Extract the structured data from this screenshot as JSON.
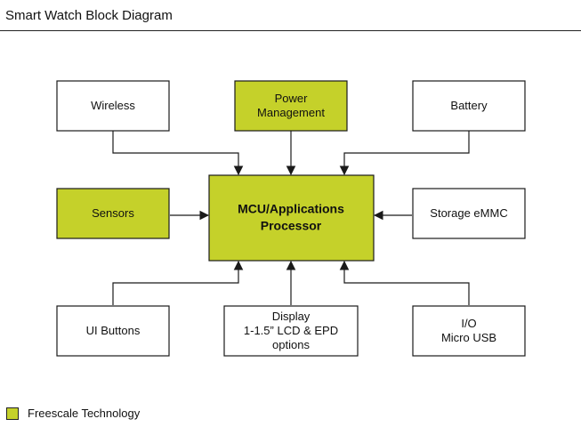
{
  "title": "Smart Watch Block Diagram",
  "colors": {
    "highlight": "#c5d12a",
    "box_fill": "#ffffff",
    "stroke": "#1a1a1a"
  },
  "nodes": {
    "wireless": {
      "lines": [
        "Wireless"
      ],
      "highlight": false,
      "bold": false
    },
    "power": {
      "lines": [
        "Power",
        "Management"
      ],
      "highlight": true,
      "bold": false
    },
    "battery": {
      "lines": [
        "Battery"
      ],
      "highlight": false,
      "bold": false
    },
    "sensors": {
      "lines": [
        "Sensors"
      ],
      "highlight": true,
      "bold": false
    },
    "mcu": {
      "lines": [
        "MCU/Applications",
        "Processor"
      ],
      "highlight": true,
      "bold": true
    },
    "storage": {
      "lines": [
        "Storage eMMC"
      ],
      "highlight": false,
      "bold": false
    },
    "ui": {
      "lines": [
        "UI Buttons"
      ],
      "highlight": false,
      "bold": false
    },
    "display": {
      "lines": [
        "Display",
        "1-1.5” LCD & EPD",
        "options"
      ],
      "highlight": false,
      "bold": false
    },
    "io": {
      "lines": [
        "I/O",
        "Micro USB"
      ],
      "highlight": false,
      "bold": false
    }
  },
  "legend": {
    "label": "Freescale Technology"
  }
}
